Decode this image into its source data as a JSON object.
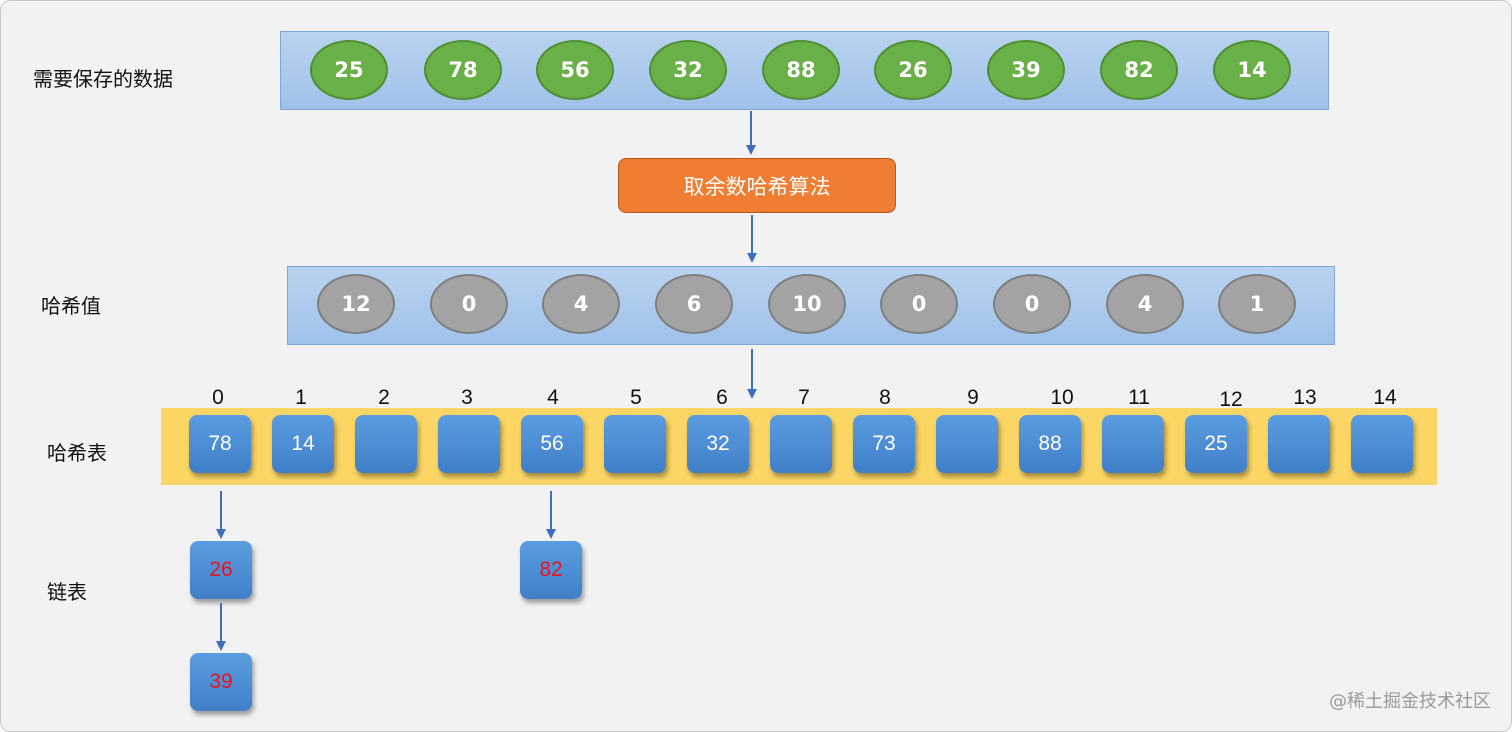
{
  "labels": {
    "data_row": "需要保存的数据",
    "hash_row": "哈希值",
    "table_row": "哈希表",
    "list_row": "链表"
  },
  "data_values": [
    "25",
    "78",
    "56",
    "32",
    "88",
    "26",
    "39",
    "82",
    "14"
  ],
  "algorithm": "取余数哈希算法",
  "hash_values": [
    "12",
    "0",
    "4",
    "6",
    "10",
    "0",
    "0",
    "4",
    "1"
  ],
  "table_indices": [
    "0",
    "1",
    "2",
    "3",
    "4",
    "5",
    "6",
    "7",
    "8",
    "9",
    "10",
    "11",
    "12",
    "13",
    "14"
  ],
  "table_cells": [
    "78",
    "14",
    "",
    "",
    "56",
    "",
    "32",
    "",
    "73",
    "",
    "88",
    "",
    "25",
    "",
    ""
  ],
  "chains": {
    "slot0": [
      "26",
      "39"
    ],
    "slot4": [
      "82"
    ]
  },
  "watermark": "@稀土掘金技术社区",
  "colors": {
    "data_ellipse": "#6ab048",
    "hash_ellipse": "#a3a3a3",
    "algorithm_box": "#ef7d32",
    "cell": "#4a8ad4",
    "chain_text": "#e8141c",
    "table_band": "#fbd665",
    "blue_band": "#aac9ee"
  }
}
